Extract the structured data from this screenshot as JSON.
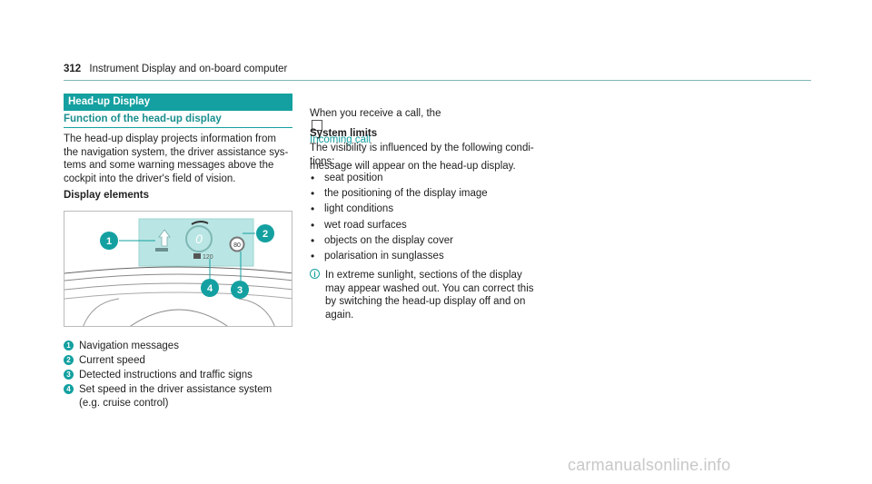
{
  "header": {
    "page_number": "312",
    "title": "Instrument Display and on-board computer"
  },
  "left": {
    "banner": "Head-up Display",
    "subheading": "Function of the head-up display",
    "intro": "The head-up display projects information from\nthe navigation system, the driver assistance sys-\ntems and some warning messages above the\ncockpit into the driver's field of vision.",
    "elements_heading": "Display elements",
    "figure": {
      "callouts": [
        "1",
        "2",
        "3",
        "4"
      ],
      "speed_value": "0",
      "limit_sign": "80",
      "set_speed": "120"
    },
    "legend": [
      {
        "num": "1",
        "text": "Navigation messages"
      },
      {
        "num": "2",
        "text": "Current speed"
      },
      {
        "num": "3",
        "text": "Detected instructions and traffic signs"
      },
      {
        "num": "4",
        "text": "Set speed in the driver assistance system\n(e.g. cruise control)"
      }
    ]
  },
  "right": {
    "call_text_before": "When you receive a call, the",
    "call_highlight": "Incoming call",
    "call_text_after": "message will appear on the head-up display.",
    "limits_heading": "System limits",
    "limits_intro": "The visibility is influenced by the following condi-\ntions:",
    "bullets": [
      "seat position",
      "the positioning of the display image",
      "light conditions",
      "wet road surfaces",
      "objects on the display cover",
      "polarisation in sunglasses"
    ],
    "note": "In extreme sunlight, sections of the display\nmay appear washed out. You can correct this\nby switching the head-up display off and on\nagain."
  },
  "watermark": "carmanualsonline.info",
  "colors": {
    "accent": "#14a0a0",
    "hud_panel": "#b9e6e4"
  }
}
